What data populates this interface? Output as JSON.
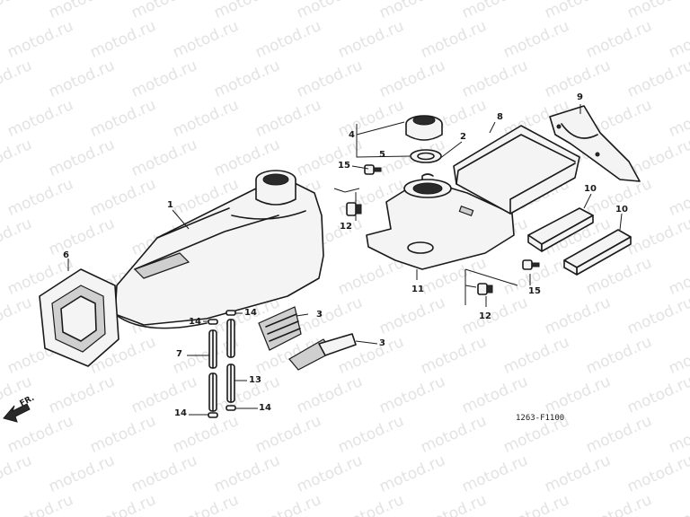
{
  "watermark": "motod.ru",
  "diagram_code": "1263-F1100",
  "direction_label": "FR.",
  "callouts": [
    "1",
    "2",
    "3",
    "3",
    "4",
    "5",
    "6",
    "7",
    "8",
    "9",
    "10",
    "10",
    "11",
    "12",
    "12",
    "13",
    "14",
    "14",
    "14",
    "14",
    "15",
    "15"
  ]
}
